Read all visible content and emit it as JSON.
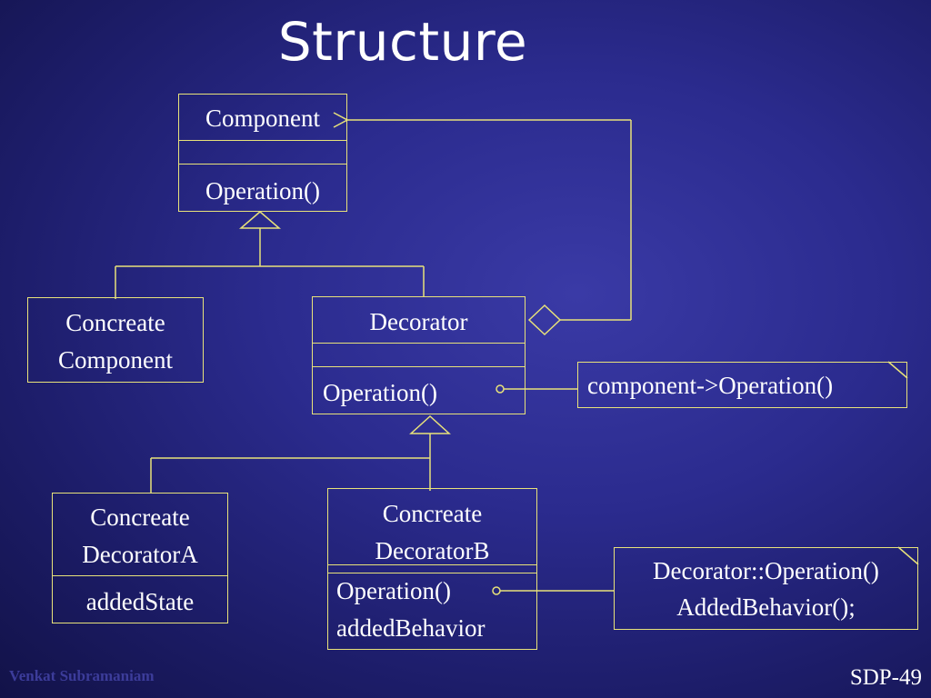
{
  "slide": {
    "title": "Structure",
    "footer_left": "Venkat Subramaniam",
    "slide_number": "SDP-49"
  },
  "diagram": {
    "component": {
      "name": "Component",
      "operation": "Operation()"
    },
    "concrete_component": {
      "line1": "Concreate",
      "line2": "Component"
    },
    "decorator": {
      "name": "Decorator",
      "operation": "Operation()"
    },
    "note_component_call": "component->Operation()",
    "concrete_decorator_a": {
      "line1": "Concreate",
      "line2": "DecoratorA",
      "attribute": "addedState"
    },
    "concrete_decorator_b": {
      "line1": "Concreate",
      "line2": "DecoratorB",
      "operation": "Operation()",
      "behavior": "addedBehavior"
    },
    "note_decorator_b": {
      "line1": "Decorator::Operation()",
      "line2": "AddedBehavior();"
    }
  },
  "colors": {
    "line": "#e8e27a",
    "text": "#ffffff"
  }
}
